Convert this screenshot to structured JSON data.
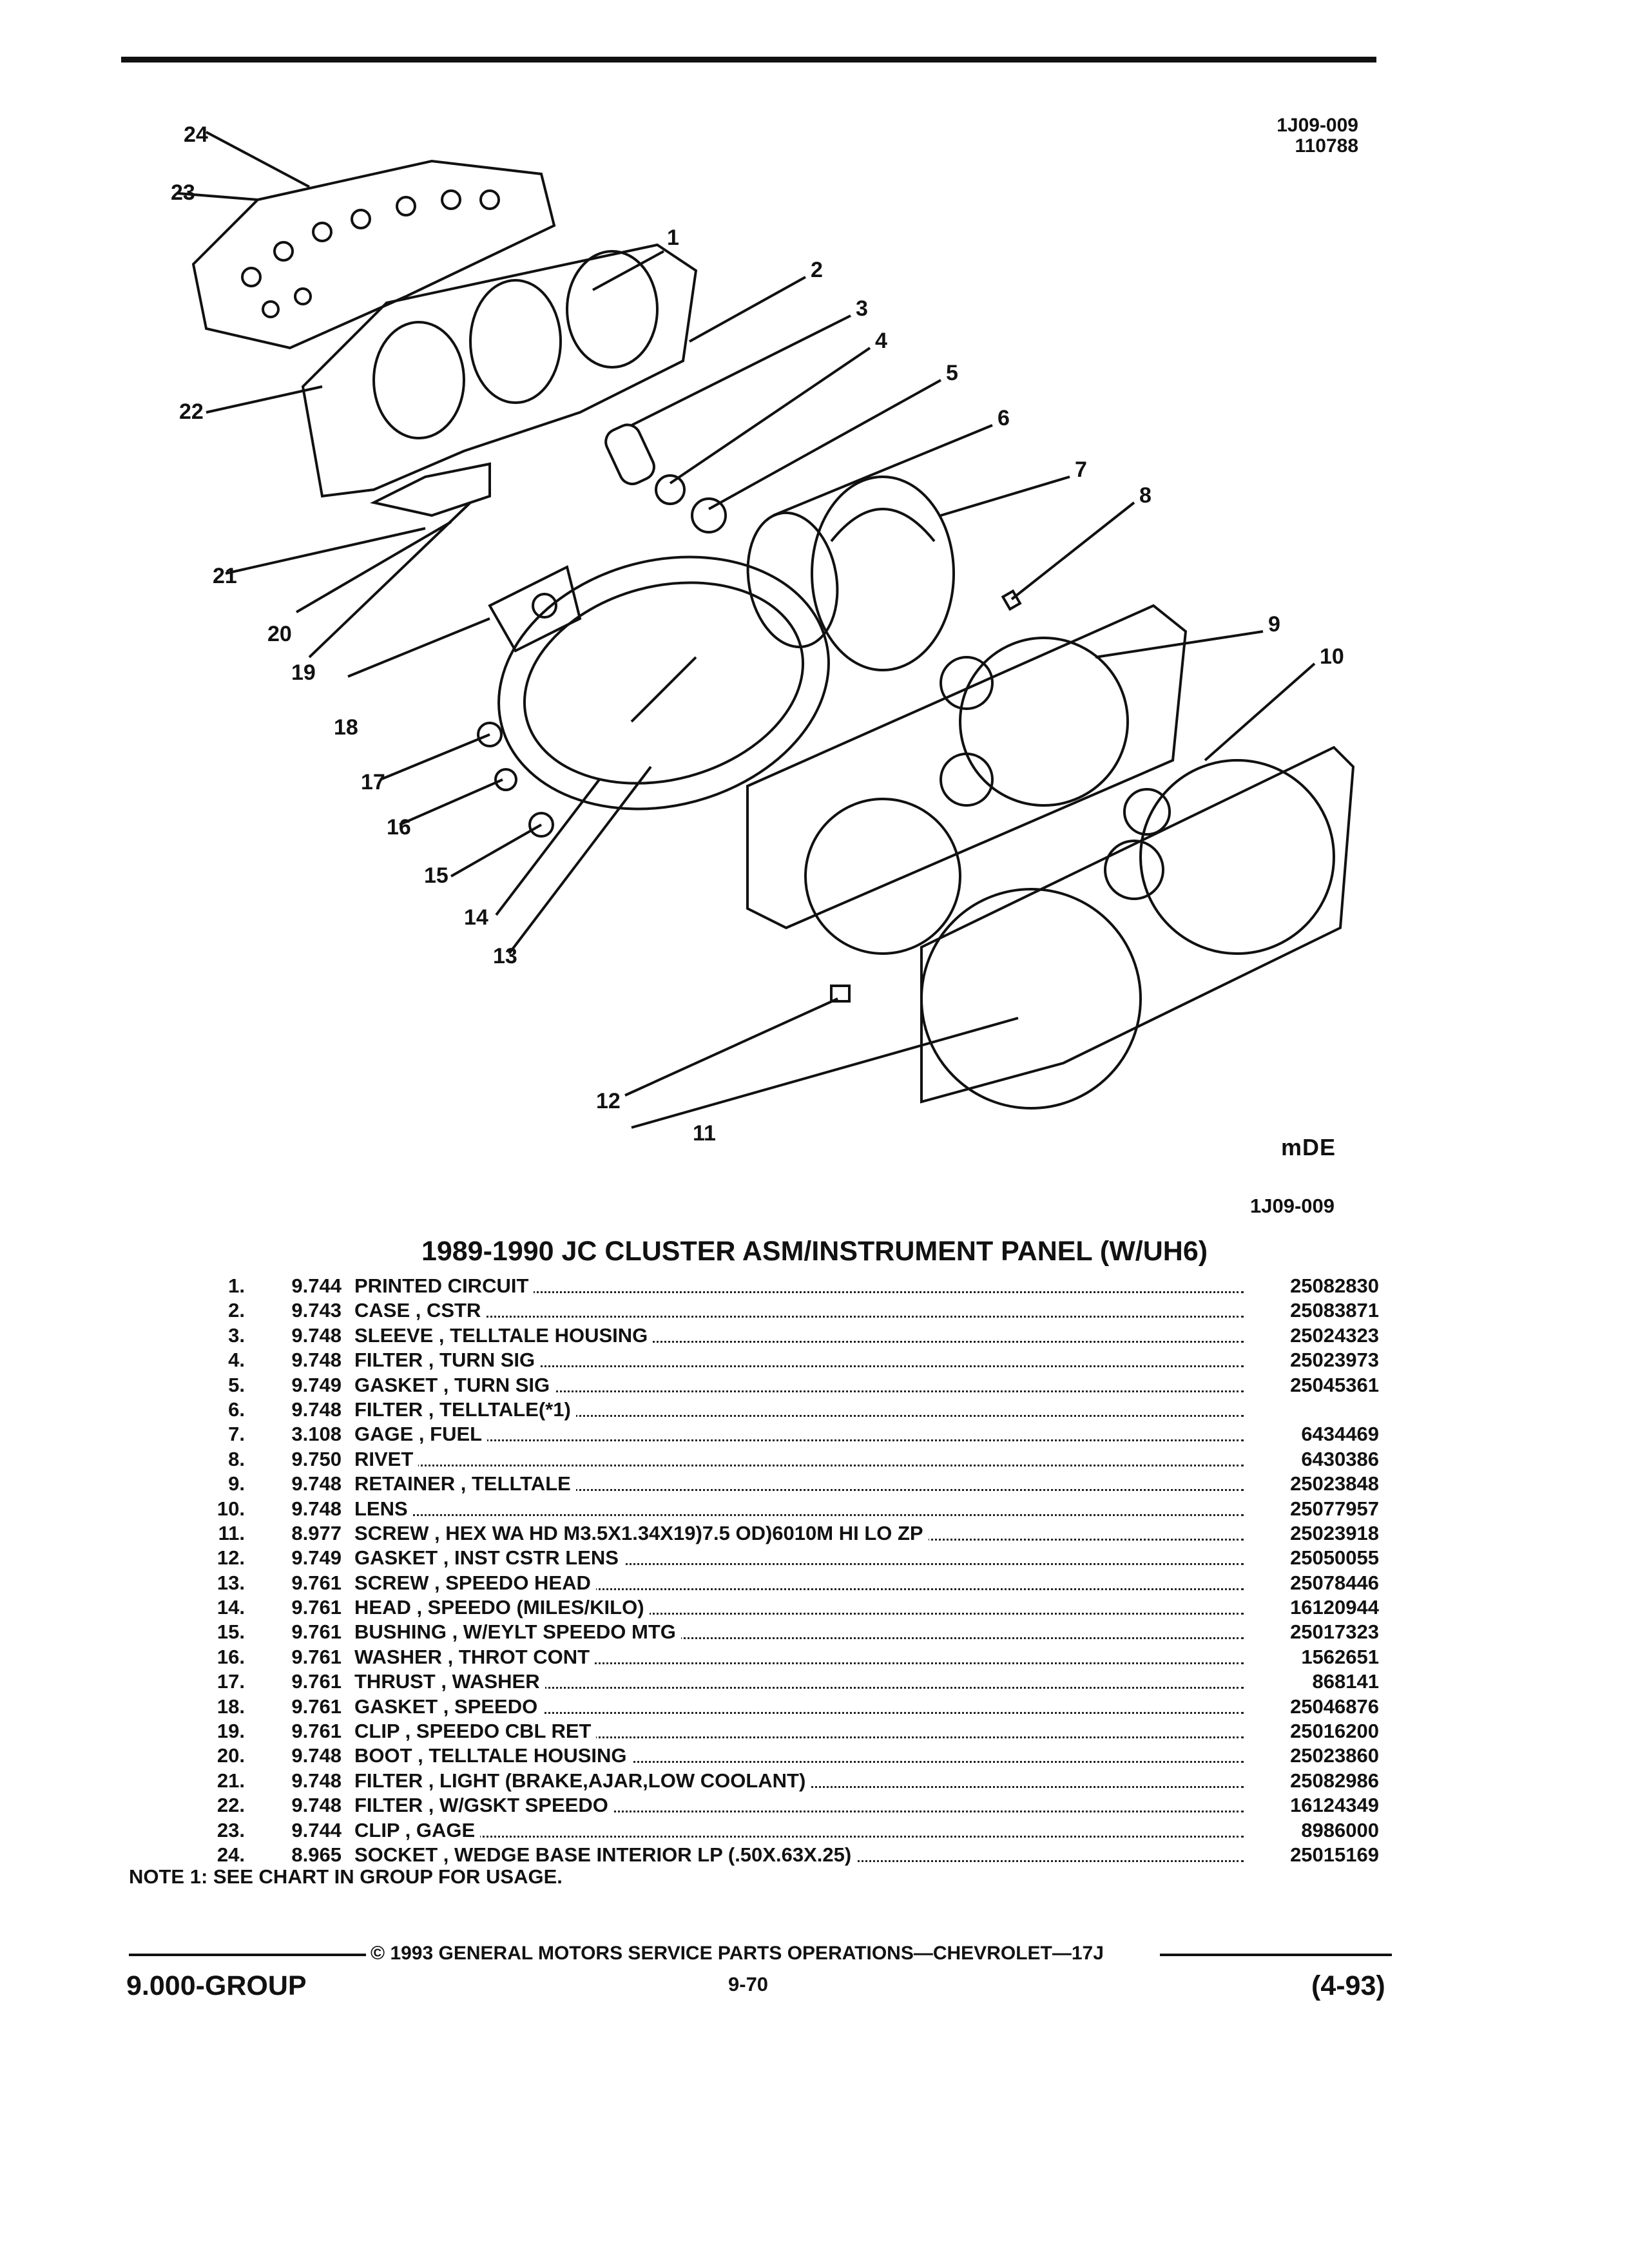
{
  "header": {
    "ref_code": "1J09-009",
    "ref_date": "110788"
  },
  "diagram": {
    "callouts": [
      "1",
      "2",
      "3",
      "4",
      "5",
      "6",
      "7",
      "8",
      "9",
      "10",
      "11",
      "12",
      "13",
      "14",
      "15",
      "16",
      "17",
      "18",
      "19",
      "20",
      "21",
      "22",
      "23",
      "24"
    ],
    "illustrator_mark": "mDE",
    "figure_id": "1J09-009"
  },
  "title": "1989-1990 JC CLUSTER ASM/INSTRUMENT PANEL (W/UH6)",
  "parts": [
    {
      "num": "1.",
      "group": "9.744",
      "desc": "PRINTED CIRCUIT",
      "pn": "25082830"
    },
    {
      "num": "2.",
      "group": "9.743",
      "desc": "CASE , CSTR",
      "pn": "25083871"
    },
    {
      "num": "3.",
      "group": "9.748",
      "desc": "SLEEVE , TELLTALE HOUSING",
      "pn": "25024323"
    },
    {
      "num": "4.",
      "group": "9.748",
      "desc": "FILTER , TURN SIG",
      "pn": "25023973"
    },
    {
      "num": "5.",
      "group": "9.749",
      "desc": "GASKET , TURN SIG",
      "pn": "25045361"
    },
    {
      "num": "6.",
      "group": "9.748",
      "desc": "FILTER , TELLTALE(*1)",
      "pn": ""
    },
    {
      "num": "7.",
      "group": "3.108",
      "desc": "GAGE , FUEL",
      "pn": "6434469"
    },
    {
      "num": "8.",
      "group": "9.750",
      "desc": "RIVET",
      "pn": "6430386"
    },
    {
      "num": "9.",
      "group": "9.748",
      "desc": "RETAINER , TELLTALE",
      "pn": "25023848"
    },
    {
      "num": "10.",
      "group": "9.748",
      "desc": "LENS",
      "pn": "25077957"
    },
    {
      "num": "11.",
      "group": "8.977",
      "desc": "SCREW , HEX WA HD M3.5X1.34X19)7.5 OD)6010M HI LO ZP",
      "pn": "25023918"
    },
    {
      "num": "12.",
      "group": "9.749",
      "desc": "GASKET , INST CSTR LENS",
      "pn": "25050055"
    },
    {
      "num": "13.",
      "group": "9.761",
      "desc": "SCREW , SPEEDO HEAD",
      "pn": "25078446"
    },
    {
      "num": "14.",
      "group": "9.761",
      "desc": "HEAD , SPEEDO (MILES/KILO)",
      "pn": "16120944"
    },
    {
      "num": "15.",
      "group": "9.761",
      "desc": "BUSHING , W/EYLT SPEEDO MTG",
      "pn": "25017323"
    },
    {
      "num": "16.",
      "group": "9.761",
      "desc": "WASHER , THROT CONT",
      "pn": "1562651"
    },
    {
      "num": "17.",
      "group": "9.761",
      "desc": "THRUST , WASHER",
      "pn": "868141"
    },
    {
      "num": "18.",
      "group": "9.761",
      "desc": "GASKET , SPEEDO",
      "pn": "25046876"
    },
    {
      "num": "19.",
      "group": "9.761",
      "desc": "CLIP , SPEEDO CBL RET",
      "pn": "25016200"
    },
    {
      "num": "20.",
      "group": "9.748",
      "desc": "BOOT , TELLTALE HOUSING",
      "pn": "25023860"
    },
    {
      "num": "21.",
      "group": "9.748",
      "desc": "FILTER , LIGHT (BRAKE,AJAR,LOW COOLANT)",
      "pn": "25082986"
    },
    {
      "num": "22.",
      "group": "9.748",
      "desc": "FILTER , W/GSKT SPEEDO",
      "pn": "16124349"
    },
    {
      "num": "23.",
      "group": "9.744",
      "desc": "CLIP , GAGE",
      "pn": "8986000"
    },
    {
      "num": "24.",
      "group": "8.965",
      "desc": "SOCKET , WEDGE BASE INTERIOR LP (.50X.63X.25)",
      "pn": "25015169"
    }
  ],
  "note": "NOTE  1:  SEE CHART IN GROUP FOR USAGE.",
  "footer": {
    "copyright": "© 1993 GENERAL MOTORS SERVICE PARTS OPERATIONS—CHEVROLET—17J",
    "group": "9.000-GROUP",
    "page": "9-70",
    "date": "(4-93)"
  }
}
